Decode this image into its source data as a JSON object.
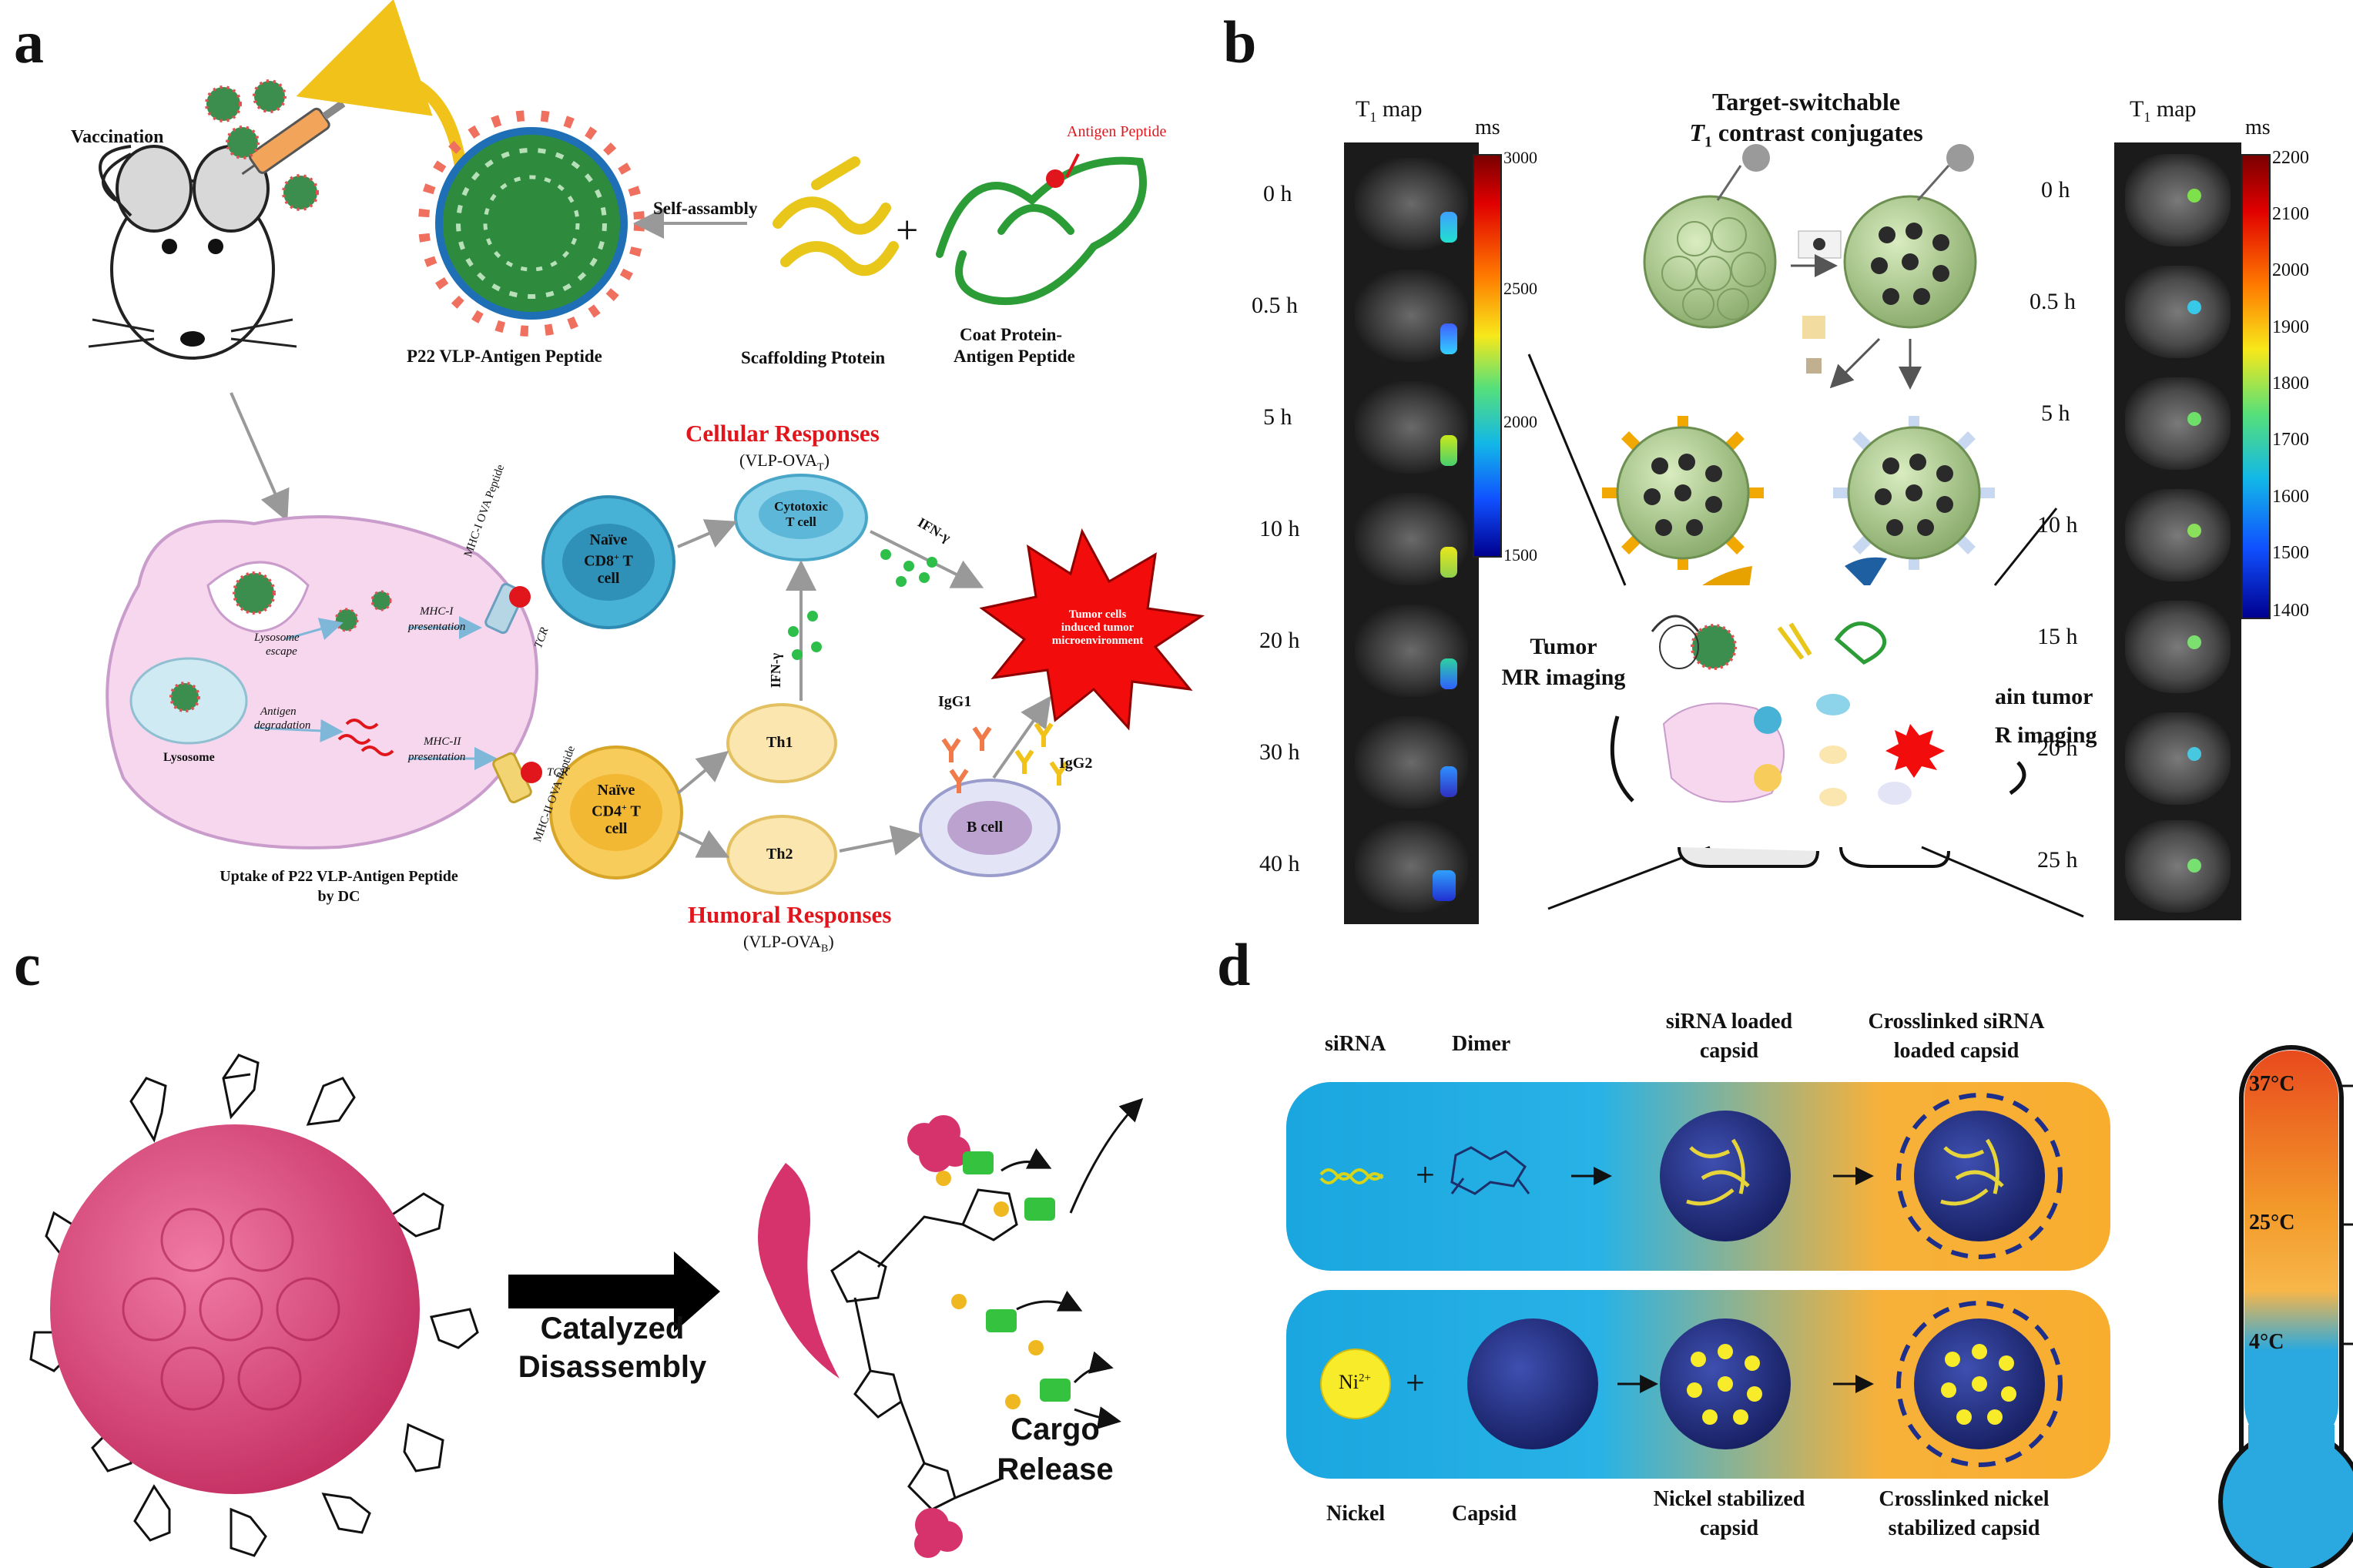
{
  "panels": {
    "a": "a",
    "b": "b",
    "c": "c",
    "d": "d"
  },
  "panel_a": {
    "vaccination": "Vaccination",
    "antigen_peptide": "Antigen Peptide",
    "self_assembly": "Self-assambly",
    "plus": "+",
    "p22_label": "P22 VLP-Antigen Peptide",
    "scaffolding_label": "Scaffolding Ptotein",
    "coat_label_1": "Coat Protein-",
    "coat_label_2": "Antigen Peptide",
    "cellular_title": "Cellular Responses",
    "cellular_sub": "(VLP-OVA",
    "cellular_sub_sub": "T",
    "cellular_sub_end": ")",
    "humoral_title": "Humoral Responses",
    "humoral_sub": "(VLP-OVA",
    "humoral_sub_sub": "B",
    "humoral_sub_end": ")",
    "lysosome": "Lysosome",
    "lysosome_escape_1": "Lysosome",
    "lysosome_escape_2": "escape",
    "antigen_degradation_1": "Antigen",
    "antigen_degradation_2": "degradation",
    "mhc1_presentation_1": "MHC-I",
    "mhc1_presentation_2": "presentation",
    "mhc2_presentation_1": "MHC-II",
    "mhc2_presentation_2": "presentation",
    "mhc1_peptide_1": "MHC-I",
    "mhc1_peptide_2": "OVA",
    "mhc1_peptide_3": "Peptide",
    "mhc2_peptide_1": "MHC-II",
    "mhc2_peptide_2": "OVA",
    "mhc2_peptide_3": "Peptide",
    "tcr": "TCR",
    "naive_cd8_1": "Naïve",
    "naive_cd8_2": "CD8",
    "naive_cd8_3": "T",
    "naive_cd8_4": "cell",
    "naive_cd4_1": "Naïve",
    "naive_cd4_2": "CD4",
    "naive_cd4_3": "T",
    "naive_cd4_4": "cell",
    "cytotoxic_1": "Cytotoxic",
    "cytotoxic_2": "T cell",
    "ifn_1": "IFN-γ",
    "ifn_2": "IFN-γ",
    "th1": "Th1",
    "th2": "Th2",
    "b_cell": "B cell",
    "igg1": "IgG1",
    "igg2": "IgG2",
    "tumor_1": "Tumor cells",
    "tumor_2": "induced tumor",
    "tumor_3": "microenvironment",
    "uptake_1": "Uptake of P22 VLP-Antigen Peptide",
    "uptake_2": "by DC"
  },
  "panel_b": {
    "t1_map_left": "T",
    "t1_map_left_sub": "1",
    "t1_map_left_end": " map",
    "t1_map_right": "T",
    "t1_map_right_sub": "1",
    "t1_map_right_end": " map",
    "ms_left": "ms",
    "ms_right": "ms",
    "left_times": [
      "0 h",
      "0.5 h",
      "5 h",
      "10 h",
      "20 h",
      "30 h",
      "40 h"
    ],
    "right_times": [
      "0 h",
      "0.5 h",
      "5 h",
      "10 h",
      "15 h",
      "20 h",
      "25 h"
    ],
    "left_scale": [
      "3000",
      "2500",
      "2000",
      "1500"
    ],
    "right_scale": [
      "2200",
      "2100",
      "2000",
      "1900",
      "1800",
      "1700",
      "1600",
      "1500",
      "1400"
    ],
    "title_1": "Target-switchable",
    "title_2_italic": "T",
    "title_2_sub": "1",
    "title_2_end": " contrast conjugates",
    "tumor_mr_1": "Tumor",
    "tumor_mr_2": "MR imaging",
    "brain_tumor_1": "ain tumor",
    "brain_tumor_2": "R imaging"
  },
  "panel_c": {
    "catalyzed_1": "Catalyzed",
    "catalyzed_2": "Disassembly",
    "cargo_1": "Cargo",
    "cargo_2": "Release"
  },
  "panel_d": {
    "sirna": "siRNA",
    "dimer": "Dimer",
    "sirna_loaded_1": "siRNA loaded",
    "sirna_loaded_2": "capsid",
    "crosslinked_sirna_1": "Crosslinked siRNA",
    "crosslinked_sirna_2": "loaded capsid",
    "nickel": "Nickel",
    "capsid": "Capsid",
    "nickel_stab_1": "Nickel stabilized",
    "nickel_stab_2": "capsid",
    "crosslinked_nickel_1": "Crosslinked nickel",
    "crosslinked_nickel_2": "stabilized capsid",
    "plus": "+",
    "ni_ion": "Ni",
    "ni_charge": "2+",
    "temp_37": "37°C",
    "temp_25": "25°C",
    "temp_4": "4°C"
  },
  "colors": {
    "red_text": "#e0161c",
    "capsid_green": "#a9c98a",
    "vlp_green": "#2e8b3e",
    "pink_capsid": "#d6336c",
    "navy_capsid": "#1f2b7a",
    "row_blue": "#1aa6df",
    "row_orange": "#f8ad2e",
    "thermo_red": "#e84a1d",
    "thermo_blue": "#29a9e0"
  }
}
